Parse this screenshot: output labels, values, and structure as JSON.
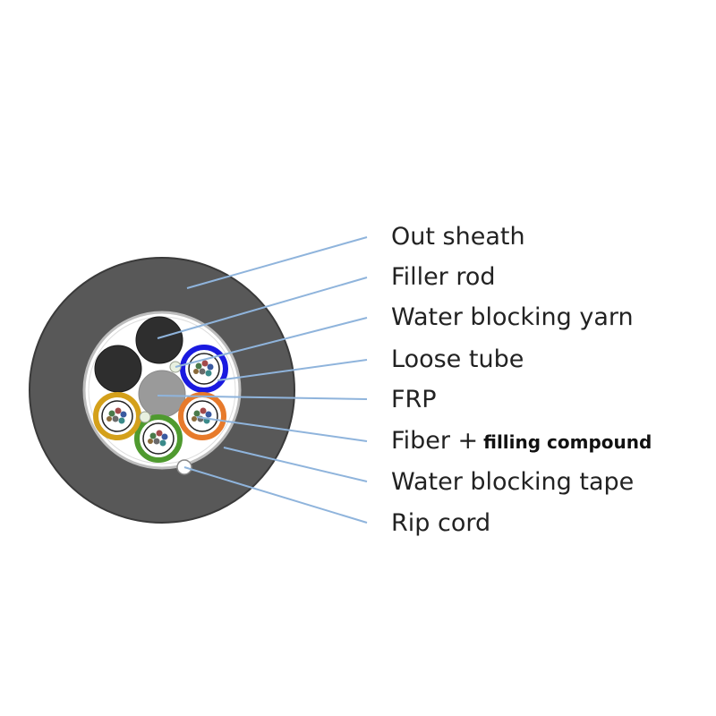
{
  "labels": {
    "out_sheath": "Out sheath",
    "filler_rod": "Filler rod",
    "water_blocking_yarn": "Water blocking yarn",
    "loose_tube": "Loose tube",
    "frp": "FRP",
    "fiber": "Fiber +",
    "filling_compound": "filling compound",
    "water_blocking_tape": "Water blocking tape",
    "rip_cord": "Rip cord"
  },
  "colors": {
    "sheath": "#585858",
    "filler_rod": "#2e2e2e",
    "frp": "#9a9a9a",
    "leader_line": "#8fb4dc",
    "tube_blue": "#1a1ae0",
    "tube_orange": "#e77a2b",
    "tube_green": "#4f9a2f",
    "tube_yellow": "#d4a01a"
  }
}
